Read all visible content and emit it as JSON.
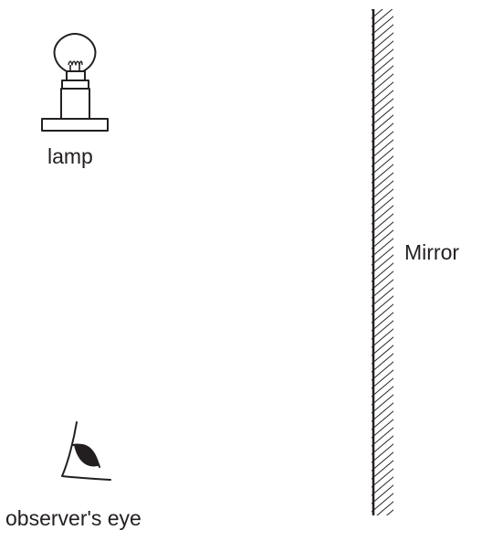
{
  "labels": {
    "lamp": "lamp",
    "mirror": "Mirror",
    "eye": "observer's eye"
  },
  "colors": {
    "ink": "#231f20",
    "background": "#ffffff"
  },
  "icons": {
    "lamp": "light-bulb-icon",
    "eye": "eye-icon"
  }
}
